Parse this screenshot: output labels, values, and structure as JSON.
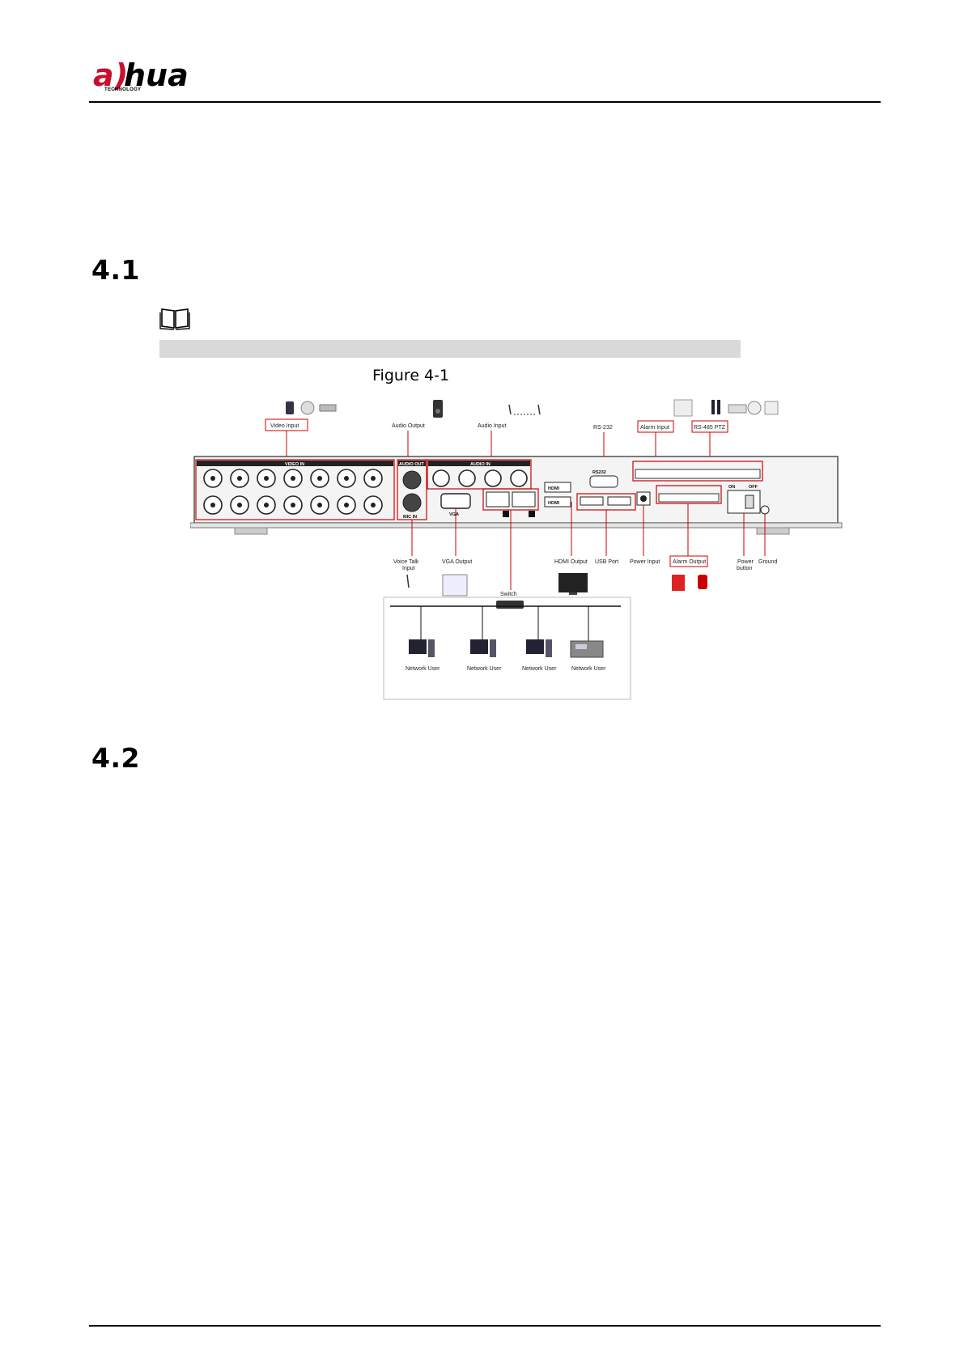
{
  "header": {
    "logo_text": "alhua",
    "logo_subtext": "TECHNOLOGY"
  },
  "sections": [
    {
      "number": "4.1"
    },
    {
      "number": "4.2"
    }
  ],
  "note": {
    "icon": "book-icon"
  },
  "figure": {
    "caption": "Figure 4-1",
    "labels": {
      "video_input": "Video Input",
      "audio_output": "Audio Output",
      "audio_input": "Audio Input",
      "rs232": "RS-232",
      "alarm_input": "Alarm Input",
      "rs485": "RS-485 PTZ",
      "voice_talk": "Voice Talk",
      "voice_talk_2": "Input",
      "vga_output": "VGA Output",
      "hdmi_output": "HDMI Output",
      "usb_port": "USB Port",
      "power_input": "Power Input",
      "alarm_output": "Alarm Output",
      "power_button": "Power",
      "power_button_2": "button",
      "ground": "Ground",
      "switch": "Switch",
      "network_user": "Network User",
      "keyboard_user": "Network User"
    },
    "panel": {
      "video_in": "VIDEO IN",
      "audio_out": "AUDIO OUT",
      "audio_in": "AUDIO IN",
      "mic_in": "MIC IN",
      "vga": "VGA",
      "hdmi": "HDMI",
      "rs232": "RS232",
      "on": "ON",
      "off": "OFF"
    }
  }
}
